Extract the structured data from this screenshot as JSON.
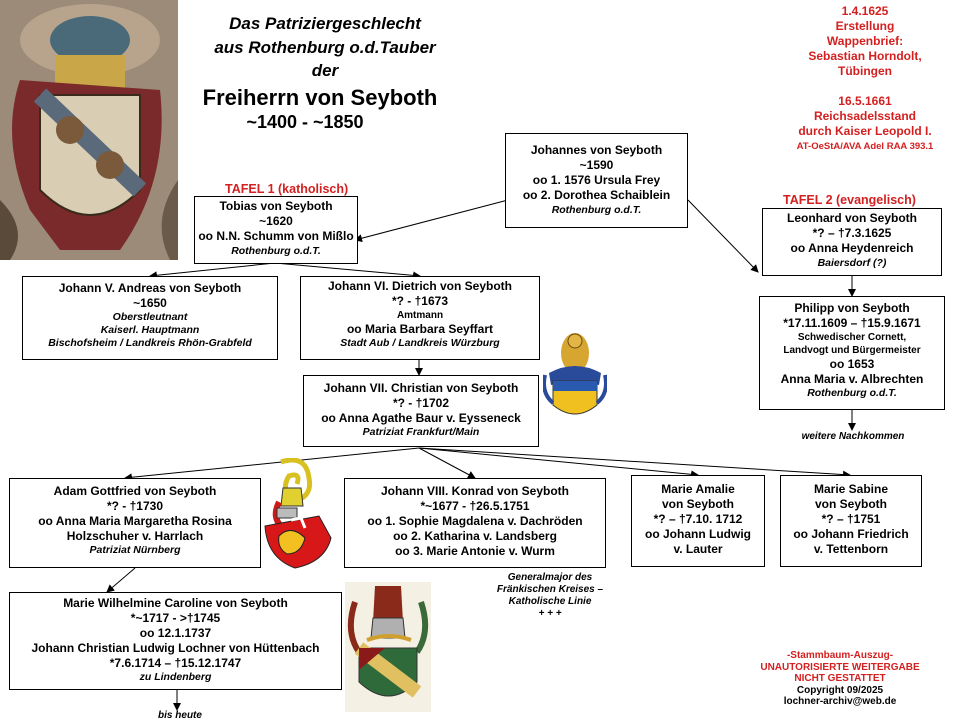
{
  "header": {
    "l1": "Das Patriziergeschlecht",
    "l2": "aus Rothenburg o.d.Tauber",
    "l3": "der",
    "l4": "Freiherrn von Seyboth",
    "l5": "~1400 - ~1850"
  },
  "info_top_right": {
    "l1": "1.4.1625",
    "l2": "Erstellung",
    "l3": "Wappenbrief:",
    "l4": "Sebastian Horndolt,",
    "l5": "Tübingen",
    "l6": "16.5.1661",
    "l7": "Reichsadelsstand",
    "l8": "durch Kaiser Leopold I.",
    "l9": "AT-OeStA/AVA Adel RAA 393.1"
  },
  "tafel1": "TAFEL  1 (katholisch)",
  "tafel2": "TAFEL  2 (evangelisch)",
  "persons": {
    "johannes": [
      "Johannes von Seyboth",
      "~1590",
      "oo 1.  1576 Ursula Frey",
      "oo 2. Dorothea Schaiblein",
      "Rothenburg o.d.T."
    ],
    "tobias": [
      "Tobias von Seyboth",
      "~1620",
      "oo N.N. Schumm von Mißlo",
      "Rothenburg o.d.T."
    ],
    "leonhard": [
      "Leonhard von Seyboth",
      "*? – †7.3.1625",
      "oo Anna Heydenreich",
      "Baiersdorf (?)"
    ],
    "andreas": [
      "Johann V. Andreas von Seyboth",
      "~1650",
      "Oberstleutnant",
      "Kaiserl. Hauptmann",
      "Bischofsheim / Landkreis Rhön-Grabfeld"
    ],
    "dietrich": [
      "Johann VI. Dietrich von Seyboth",
      "*? - †1673",
      "Amtmann",
      "oo Maria Barbara Seyffart",
      "Stadt Aub / Landkreis Würzburg"
    ],
    "philipp": [
      "Philipp von Seyboth",
      "*17.11.1609  – †15.9.1671",
      "Schwedischer Cornett,",
      "Landvogt und Bürgermeister",
      "oo 1653",
      "Anna Maria v. Albrechten",
      "Rothenburg o.d.T."
    ],
    "christian": [
      "Johann VII. Christian von Seyboth",
      "*? - †1702",
      "oo Anna Agathe Baur v. Eysseneck",
      "Patriziat Frankfurt/Main"
    ],
    "adam": [
      "Adam Gottfried von Seyboth",
      "*? - †1730",
      "oo Anna Maria Margaretha Rosina",
      "Holzschuher v. Harrlach",
      "Patriziat Nürnberg"
    ],
    "konrad": [
      "Johann VIII. Konrad von Seyboth",
      "*~1677  - †26.5.1751",
      "oo 1. Sophie Magdalena v. Dachröden",
      "oo 2. Katharina v. Landsberg",
      "oo 3. Marie Antonie v. Wurm"
    ],
    "amalie": [
      "Marie Amalie",
      "von Seyboth",
      "*? – †7.10. 1712",
      "oo Johann Ludwig",
      "v. Lauter"
    ],
    "sabine": [
      "Marie Sabine",
      "von Seyboth",
      "*? – †1751",
      "oo Johann Friedrich",
      "v. Tettenborn"
    ],
    "wilhelmine": [
      "Marie Wilhelmine Caroline von Seyboth",
      "*~1717  - >†1745",
      "oo 12.1.1737",
      "Johann Christian Ludwig Lochner von Hüttenbach",
      "*7.6.1714 – †15.12.1747",
      "zu Lindenberg"
    ]
  },
  "notes": {
    "weitere": "weitere Nachkommen",
    "general_1": "Generalmajor des",
    "general_2": "Fränkischen Kreises –",
    "general_3": "Katholische Linie",
    "general_4": "+ + +",
    "bis_heute": "bis heute"
  },
  "footer": {
    "l1": "-Stammbaum-Auszug-",
    "l2": "UNAUTORISIERTE  WEITERGABE",
    "l3": "NICHT GESTATTET",
    "l4": "Copyright 09/2025",
    "l5": "lochner-archiv@web.de"
  },
  "colors": {
    "accent_red": "#d42020",
    "line": "#000000"
  }
}
